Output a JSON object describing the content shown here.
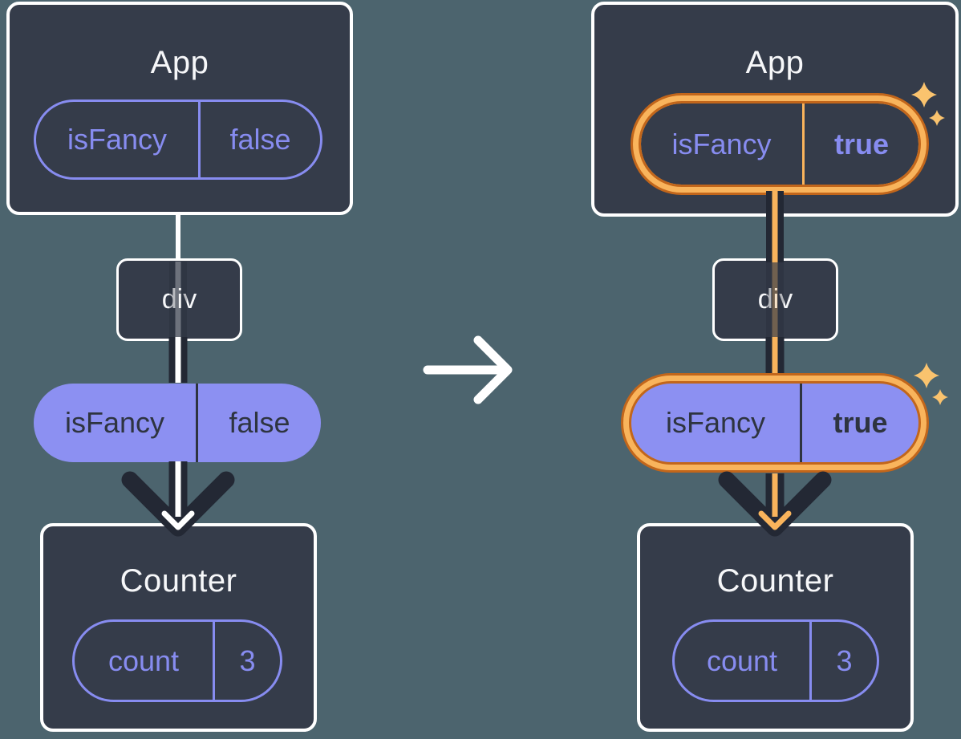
{
  "colors": {
    "background": "#4C646E",
    "box_fill": "#353C4A",
    "box_border": "#FFFFFF",
    "line_dark": "#232834",
    "line_highlight_before": "#FFFFFF",
    "line_highlight_after": "#F9B45C",
    "purple_outline": "#878CF0",
    "purple_fill": "#8C90F2",
    "dark_text": "#2E3440",
    "orange_ring_dark": "#C2661B",
    "orange_ring_light": "#F9B45C",
    "sparkle": "#FAC36E"
  },
  "before": {
    "app": {
      "title": "App",
      "state": {
        "name": "isFancy",
        "value": "false"
      }
    },
    "div": {
      "label": "div"
    },
    "prop": {
      "name": "isFancy",
      "value": "false"
    },
    "counter": {
      "title": "Counter",
      "state": {
        "name": "count",
        "value": "3"
      }
    }
  },
  "after": {
    "app": {
      "title": "App",
      "state": {
        "name": "isFancy",
        "value": "true"
      }
    },
    "div": {
      "label": "div"
    },
    "prop": {
      "name": "isFancy",
      "value": "true"
    },
    "counter": {
      "title": "Counter",
      "state": {
        "name": "count",
        "value": "3"
      }
    }
  }
}
